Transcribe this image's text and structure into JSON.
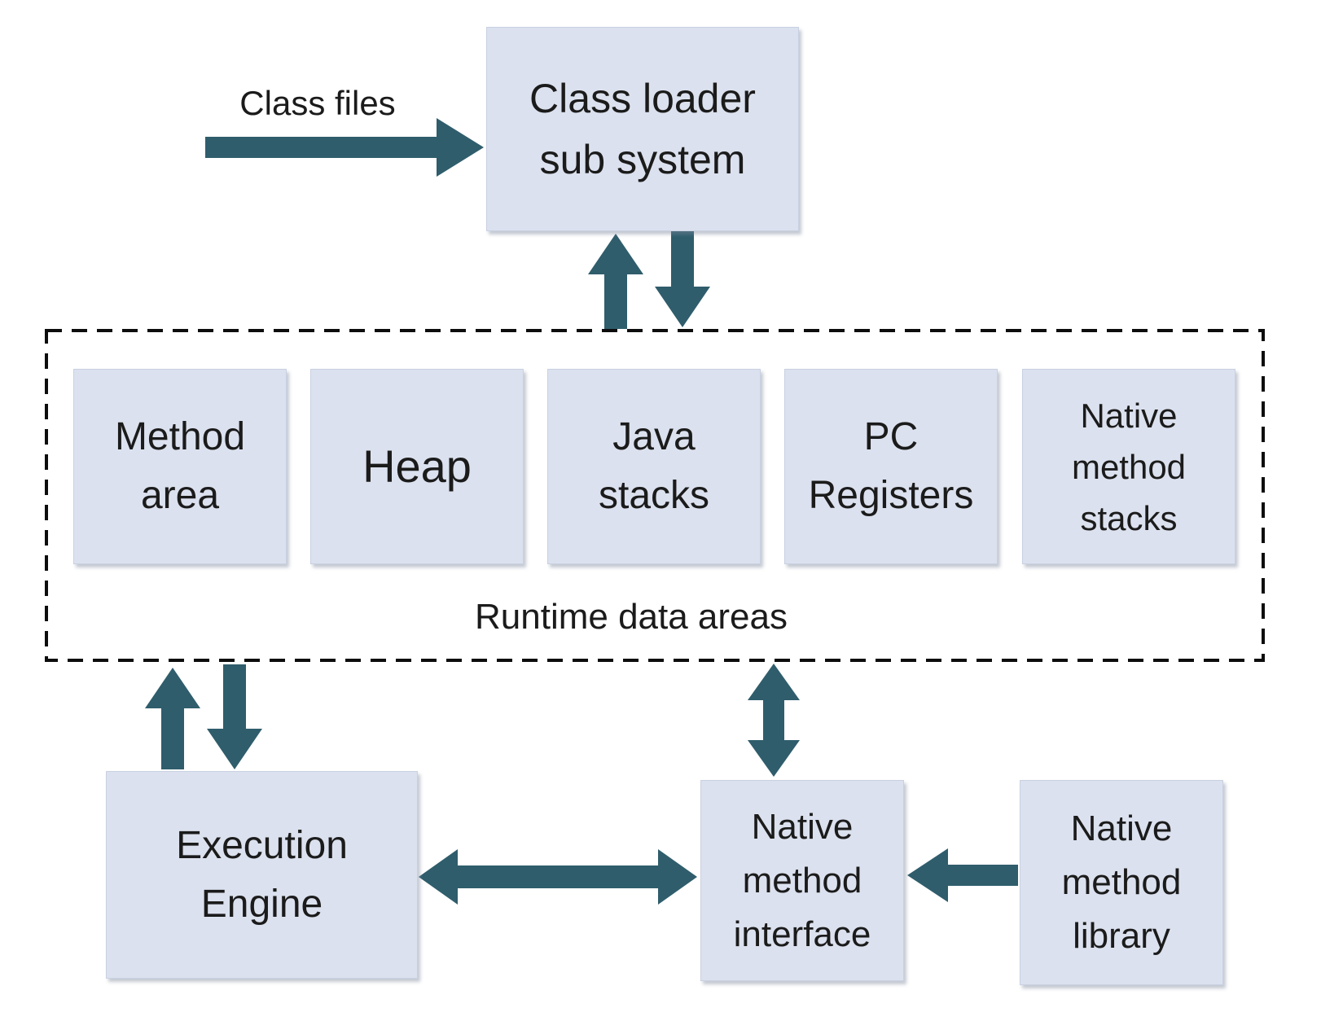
{
  "colors": {
    "arrow": "#2f5d6c",
    "node_fill": "#dbe1ee",
    "node_border": "#c9d1e2",
    "dashed_border": "#0d0d0d",
    "text": "#1b1b1b",
    "background": "#ffffff"
  },
  "labels": {
    "class_files": "Class files",
    "class_loader": "Class loader\nsub system",
    "method_area": "Method\narea",
    "heap": "Heap",
    "java_stacks": "Java\nstacks",
    "pc_registers": "PC\nRegisters",
    "native_method_stacks": "Native\nmethod\nstacks",
    "runtime_data_areas": "Runtime data areas",
    "execution_engine": "Execution\nEngine",
    "native_method_interface": "Native\nmethod\ninterface",
    "native_method_library": "Native\nmethod\nlibrary"
  }
}
